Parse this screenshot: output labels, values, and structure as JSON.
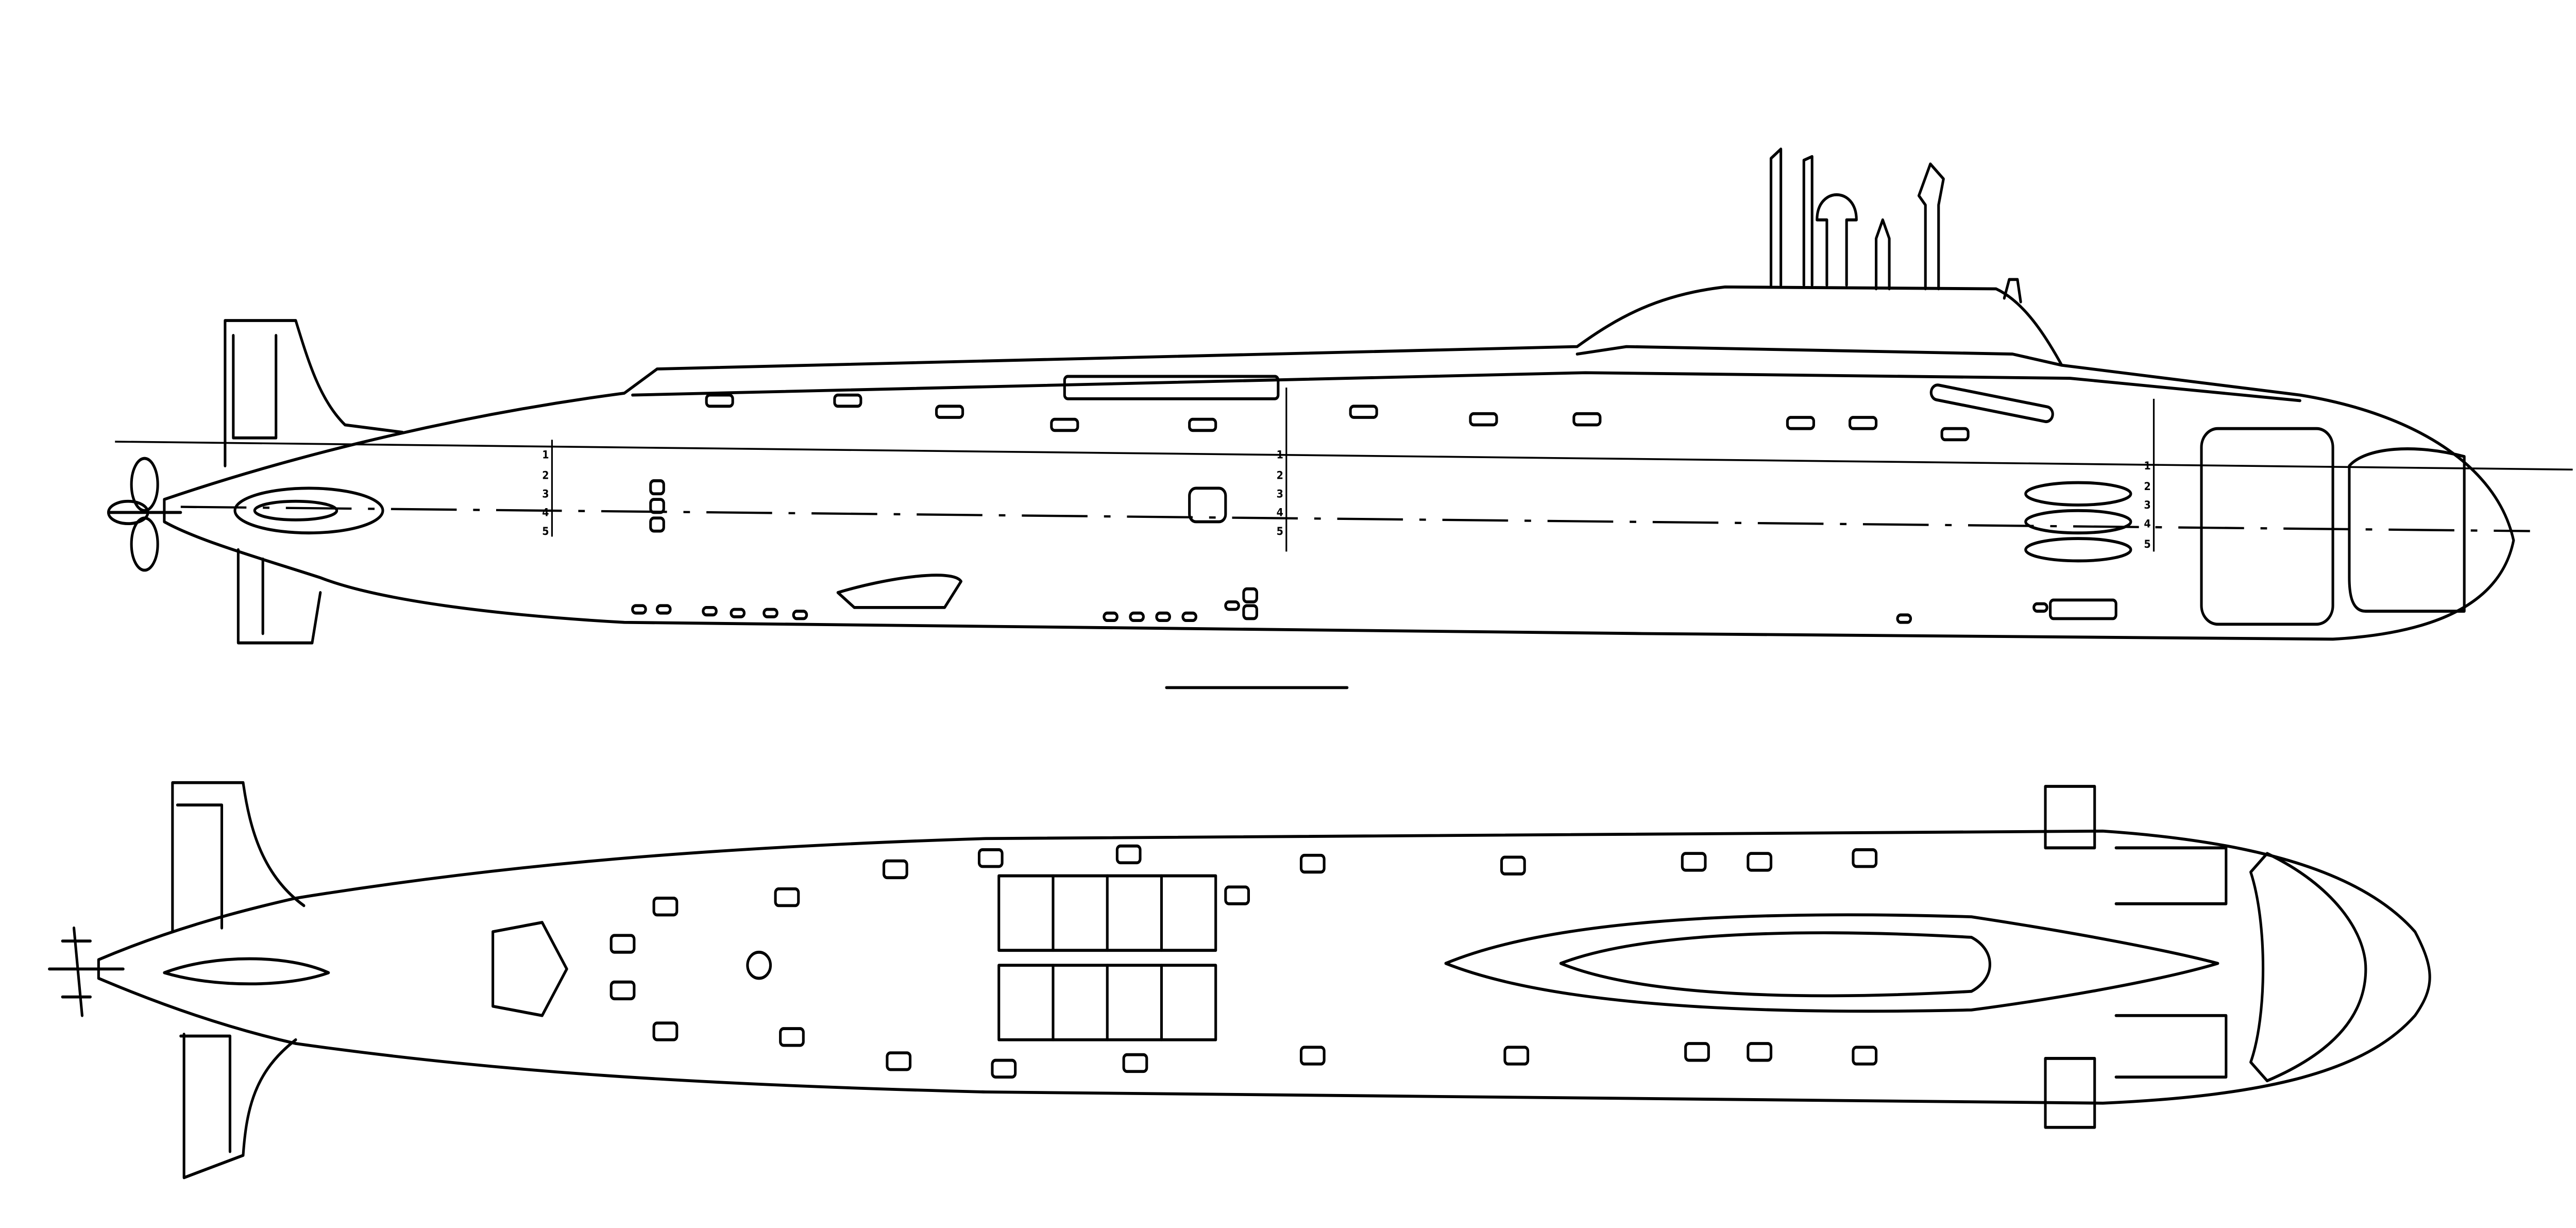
{
  "drawing": {
    "subject": "submarine",
    "views": [
      "side-profile",
      "top-plan"
    ],
    "line_color": "#000000",
    "background": "#ffffff"
  },
  "draft_marks": {
    "stern": [
      "1",
      "2",
      "3",
      "4",
      "5"
    ],
    "midship": [
      "1",
      "2",
      "3",
      "4",
      "5"
    ],
    "bow": [
      "1",
      "2",
      "3",
      "4",
      "5"
    ]
  }
}
